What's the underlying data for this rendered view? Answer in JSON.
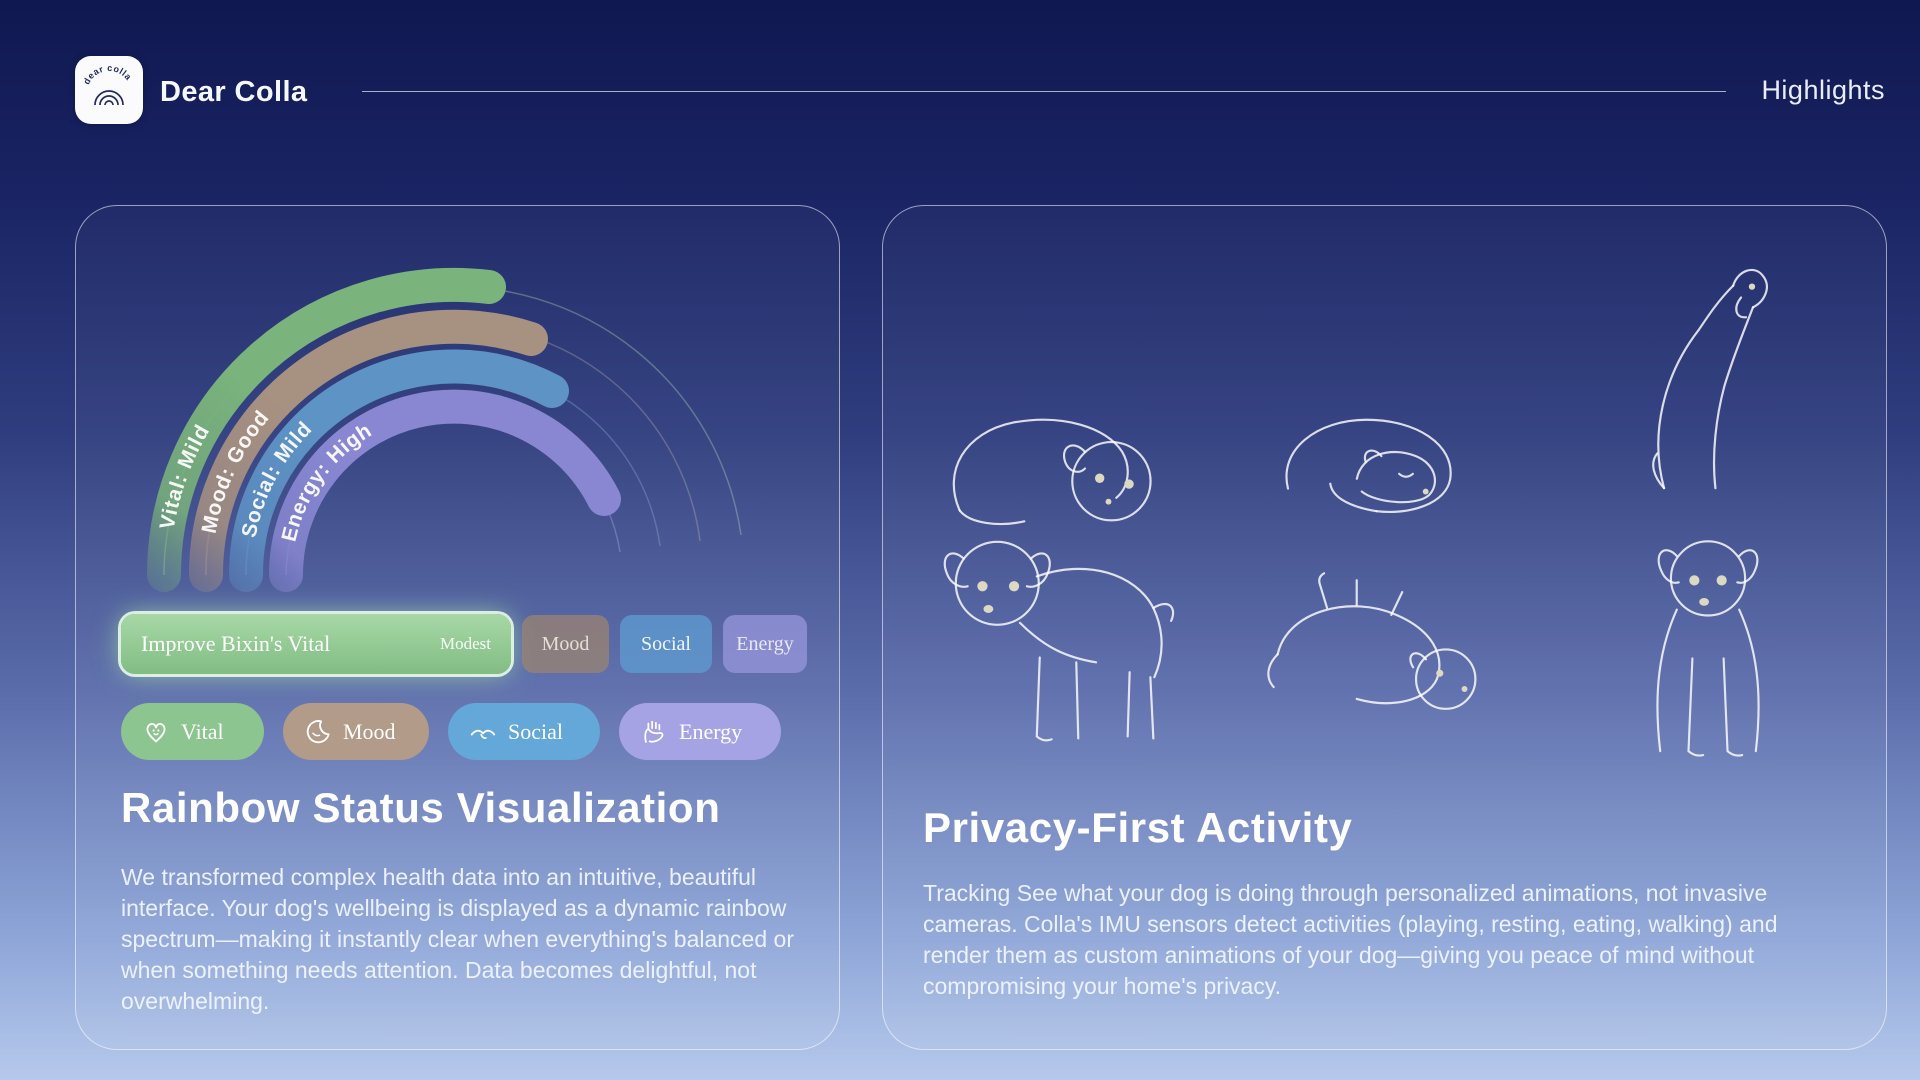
{
  "colors": {
    "vital_green": "#7ab37b",
    "mood_tan": "#a79181",
    "social_blue": "#5e93c6",
    "energy_purple": "#8987d2",
    "background_top": "#0f1850",
    "background_bottom": "#b6c9ec"
  },
  "header": {
    "logo_text": "dear colla",
    "brand": "Dear Colla",
    "nav": {
      "highlights": "Highlights"
    }
  },
  "rainbow_card": {
    "arcs": [
      {
        "metric": "Vital",
        "status": "Mild",
        "label": "Vital: Mild",
        "color": "#7ab37b"
      },
      {
        "metric": "Mood",
        "status": "Good",
        "label": "Mood: Good",
        "color": "#a79181"
      },
      {
        "metric": "Social",
        "status": "Mild",
        "label": "Social: Mild",
        "color": "#5e93c6"
      },
      {
        "metric": "Energy",
        "status": "High",
        "label": "Energy: High",
        "color": "#8987d2"
      }
    ],
    "action_pill": {
      "label": "Improve Bixin's Vital",
      "badge": "Modest"
    },
    "tabs": [
      {
        "label": "Mood"
      },
      {
        "label": "Social"
      },
      {
        "label": "Energy"
      }
    ],
    "legend": [
      {
        "label": "Vital",
        "icon": "heart-paw-icon"
      },
      {
        "label": "Mood",
        "icon": "moon-icon"
      },
      {
        "label": "Social",
        "icon": "bird-icon"
      },
      {
        "label": "Energy",
        "icon": "hand-icon"
      }
    ],
    "title": "Rainbow Status Visualization",
    "body": "We transformed complex health data into an intuitive, beautiful interface. Your dog's wellbeing is displayed as a dynamic rainbow spectrum—making it instantly clear when everything's balanced or when something needs attention. Data becomes delightful, not overwhelming."
  },
  "privacy_card": {
    "title": "Privacy-First Activity",
    "body": "Tracking See what your dog is doing through personalized animations, not invasive cameras. Colla's IMU sensors detect activities (playing, resting, eating, walking) and render them as custom animations of your dog—giving you peace of mind without compromising your home's privacy.",
    "illustrations": [
      {
        "name": "dog-lying-alert"
      },
      {
        "name": "dog-sleeping-curled"
      },
      {
        "name": "dog-stretching"
      },
      {
        "name": "dog-standing"
      },
      {
        "name": "dog-rolling"
      },
      {
        "name": "dog-sitting"
      }
    ]
  }
}
